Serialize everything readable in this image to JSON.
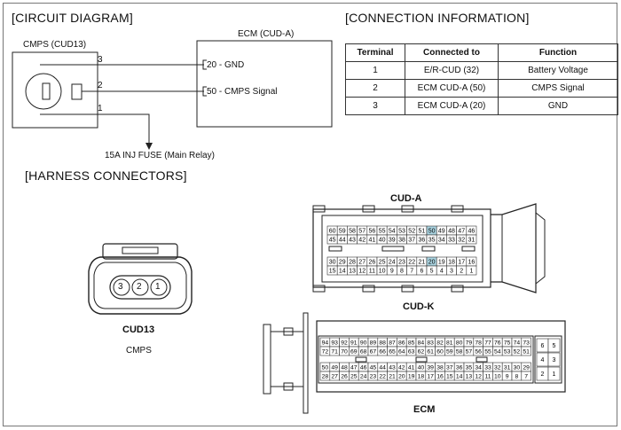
{
  "sections": {
    "circuit": "[CIRCUIT DIAGRAM]",
    "connection": "[CONNECTION INFORMATION]",
    "harness": "[HARNESS CONNECTORS]"
  },
  "circuit": {
    "cmps_label": "CMPS (CUD13)",
    "ecm_label": "ECM (CUD-A)",
    "pin3": "3",
    "pin2": "2",
    "pin1": "1",
    "ecm_pin20": "20 - GND",
    "ecm_pin50": "50 -  CMPS Signal",
    "fuse_label": "15A INJ FUSE (Main Relay)"
  },
  "table": {
    "headers": [
      "Terminal",
      "Connected to",
      "Function"
    ],
    "rows": [
      [
        "1",
        "E/R-CUD (32)",
        "Battery Voltage"
      ],
      [
        "2",
        "ECM CUD-A (50)",
        "CMPS Signal"
      ],
      [
        "3",
        "ECM CUD-A (20)",
        "GND"
      ]
    ]
  },
  "harness": {
    "cud13_title": "CUD13",
    "cud13_sub": "CMPS",
    "cud13_pins": [
      "3",
      "2",
      "1"
    ],
    "cuda_title": "CUD-A",
    "cudk_title": "CUD-K",
    "ecm_title": "ECM",
    "highlight_color": "#a9d3e0",
    "cuda_rows": [
      [
        "60",
        "59",
        "58",
        "57",
        "56",
        "55",
        "54",
        "53",
        "52",
        "51",
        "50",
        "49",
        "48",
        "47",
        "46"
      ],
      [
        "45",
        "44",
        "43",
        "42",
        "41",
        "40",
        "39",
        "38",
        "37",
        "36",
        "35",
        "34",
        "33",
        "32",
        "31"
      ],
      [
        "30",
        "29",
        "28",
        "27",
        "26",
        "25",
        "24",
        "23",
        "22",
        "21",
        "20",
        "19",
        "18",
        "17",
        "16"
      ],
      [
        "15",
        "14",
        "13",
        "12",
        "11",
        "10",
        "9",
        "8",
        "7",
        "6",
        "5",
        "4",
        "3",
        "2",
        "1"
      ]
    ],
    "cuda_highlight": [
      "50",
      "20"
    ],
    "cudk_rows": [
      [
        "94",
        "93",
        "92",
        "91",
        "90",
        "89",
        "88",
        "87",
        "86",
        "85",
        "84",
        "83",
        "82",
        "81",
        "80",
        "79",
        "78",
        "77",
        "76",
        "75",
        "74",
        "73"
      ],
      [
        "72",
        "71",
        "70",
        "69",
        "68",
        "67",
        "66",
        "65",
        "64",
        "63",
        "62",
        "61",
        "60",
        "59",
        "58",
        "57",
        "56",
        "55",
        "54",
        "53",
        "52",
        "51"
      ],
      [
        "50",
        "49",
        "48",
        "47",
        "46",
        "45",
        "44",
        "43",
        "42",
        "41",
        "40",
        "39",
        "38",
        "37",
        "36",
        "35",
        "34",
        "33",
        "32",
        "31",
        "30",
        "29"
      ],
      [
        "28",
        "27",
        "26",
        "25",
        "24",
        "23",
        "22",
        "21",
        "20",
        "19",
        "18",
        "17",
        "16",
        "15",
        "14",
        "13",
        "12",
        "11",
        "10",
        "9",
        "8",
        "7"
      ]
    ],
    "cudk_side": [
      [
        "6",
        "5"
      ],
      [
        "4",
        "3"
      ],
      [
        "2",
        "1"
      ]
    ]
  }
}
